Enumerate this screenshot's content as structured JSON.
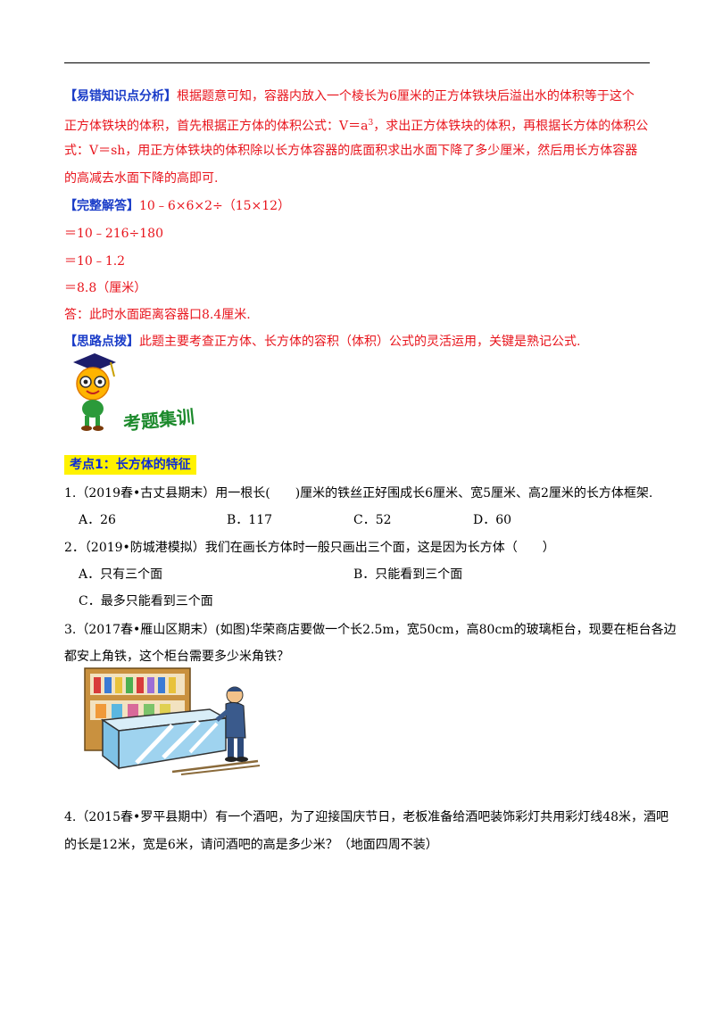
{
  "analysis": {
    "label": "【易错知识点分析】",
    "line1": "根据题意可知，容器内放入一个棱长为6厘米的正方体铁块后溢出水的体积等于这个",
    "line2_a": "正方体铁块的体积，首先根据正方体的体积公式：V＝a",
    "line2_sup": "3",
    "line2_b": "，求出正方体铁块的体积，再根据长方体的体积公",
    "line3": "式：V＝sh，用正方体铁块的体积除以长方体容器的底面积求出水面下降了多少厘米，然后用长方体容器",
    "line4": "的高减去水面下降的高即可."
  },
  "solution": {
    "label": "【完整解答】",
    "step1": "10﹣6×6×2÷（15×12）",
    "step2": "＝10﹣216÷180",
    "step3": "＝10﹣1.2",
    "step4": "＝8.8（厘米）",
    "answer": "答：此时水面距离容器口8.4厘米."
  },
  "hint": {
    "label": "【思路点拨】",
    "text": "此题主要考查正方体、长方体的容积（体积）公式的灵活运用，关键是熟记公式."
  },
  "banner_text": "考题集训",
  "section_title": "考点1：长方体的特征",
  "questions": {
    "q1": {
      "text": "1.（2019春•古丈县期末）用一根长(　　)厘米的铁丝正好围成长6厘米、宽5厘米、高2厘米的长方体框架.",
      "options": [
        "A．26",
        "B．117",
        "C．52",
        "D．60"
      ]
    },
    "q2": {
      "text": "2．（2019•防城港模拟）我们在画长方体时一般只画出三个面，这是因为长方体（　　）",
      "options": [
        "A．只有三个面",
        "B．只能看到三个面",
        "C．最多只能看到三个面"
      ]
    },
    "q3": {
      "line1": "3.（2017春•雁山区期末）(如图)华荣商店要做一个长2.5m，宽50cm，高80cm的玻璃柜台，现要在柜台各边",
      "line2": "都安上角铁，这个柜台需要多少米角铁？"
    },
    "q4": {
      "line1": "4.（2015春•罗平县期中）有一个酒吧，为了迎接国庆节日，老板准备给酒吧装饰彩灯共用彩灯线48米，酒吧",
      "line2": "的长是12米，宽是6米，请问酒吧的高是多少米？（地面四周不装）"
    }
  }
}
